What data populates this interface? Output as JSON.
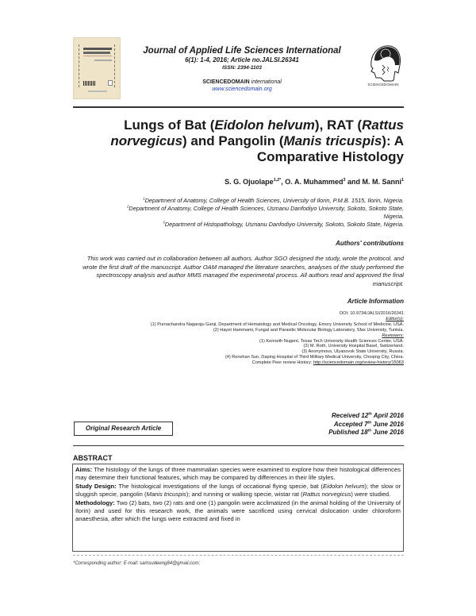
{
  "header": {
    "journal_title": "Journal of Applied Life Sciences International",
    "volume_line": "6(1): 1-4, 2016; Article no.JALSI.26341",
    "issn": "ISSN: 2394-1103",
    "publisher_name": "SCIENCEDOMAIN",
    "publisher_suffix": "international",
    "website": "www.sciencedomain.org",
    "logo_caption": "SCIENCEDOMAIN",
    "cover_icon": "journal-cover-thumbnail",
    "logo_icon": "head-brain-logo"
  },
  "article": {
    "title_parts": [
      {
        "text": "Lungs of Bat (",
        "italic": false
      },
      {
        "text": "Eidolon helvum",
        "italic": true
      },
      {
        "text": "), RAT (",
        "italic": false
      },
      {
        "text": "Rattus norvegicus",
        "italic": true
      },
      {
        "text": ") and Pangolin (",
        "italic": false
      },
      {
        "text": "Manis tricuspis",
        "italic": true
      },
      {
        "text": "): A Comparative Histology",
        "italic": false
      }
    ],
    "authors": [
      {
        "name": "S. G. Ojuolape",
        "sup": "1,2*"
      },
      {
        "name": "O. A. Muhammed",
        "sup": "3"
      },
      {
        "name": "M. M. Sanni",
        "sup": "1"
      }
    ],
    "author_sep_1": ", ",
    "author_sep_2": " and ",
    "affiliations": [
      {
        "sup": "1",
        "text": "Department of Anatomy, College of Health Sciences, University of Ilorin, P.M.B. 1515, Ilorin, Nigeria."
      },
      {
        "sup": "2",
        "text": "Department of Anatomy, College of Health Sciences, Usmanu Danfodiyo University, Sokoto, Sokoto State, Nigeria."
      },
      {
        "sup": "3",
        "text": "Department of Histopathology, Usmanu Danfodiyo University, Sokoto, Sokoto State, Nigeria."
      }
    ]
  },
  "contributions": {
    "heading": "Authors' contributions",
    "text": "This work was carried out in collaboration between all authors. Author SGO designed the study, wrote the protocol, and wrote the first draft of the manuscript. Author OAM managed the literature searches, analyses of the study performed the spectroscopy analysis and author MMS managed the experimental process. All authors read and approved the final manuscript."
  },
  "article_info": {
    "heading": "Article Information",
    "doi": "DOI: 10.9734/JALSI/2016/26341",
    "editors_label": "Editor(s):",
    "editors": [
      "(1) Purnachandra Nagaraju Ganji, Department of Hematology and Medical Oncology, Emory University School of Medicine, USA.",
      "(2) Hayet Hammami, Fungal and Parasitic Molecular Biology Laboratory, Sfax University, Tunisia."
    ],
    "reviewers_label": "Reviewers:",
    "reviewers": [
      "(1) Kenneth Nugent, Texas Tech University Health Sciences Center, USA.",
      "(2) M. Roth, University Hospital Basel, Switzerland.",
      "(3) Anonymous, Ulyanovsk State University, Russia.",
      "(4) Renshan Sun, Daping Hospital of Third Military Medical University, Choqing City, China."
    ],
    "peer_review_label": "Complete Peer review History: ",
    "peer_review_link": "http://sciencedomain.org/review-history/15063"
  },
  "article_type": "Original Research Article",
  "dates": {
    "received": {
      "pre": "Received 12",
      "sup": "th",
      "post": " April 2016"
    },
    "accepted": {
      "pre": "Accepted 7",
      "sup": "th",
      "post": " June 2016"
    },
    "published": {
      "pre": "Published 18",
      "sup": "th",
      "post": " June 2016"
    }
  },
  "abstract": {
    "heading": "ABSTRACT",
    "aims_label": "Aims:",
    "aims_text": " The histology of the lungs of three mammalian species were examined to explore how their histological differences may determine their functional features, which may be compared by differences in their life styles.",
    "design_label": "Study Design:",
    "design_parts": [
      {
        "text": " The histological investigations of the lungs of occational flying specie, bat (",
        "italic": false
      },
      {
        "text": "Eidolon helvum",
        "italic": true
      },
      {
        "text": "); the slow or sluggish specie, pangolin (",
        "italic": false
      },
      {
        "text": "Manis tricuspis",
        "italic": true
      },
      {
        "text": "); and running or walking specie, wistar rat (",
        "italic": false
      },
      {
        "text": "Rattus norvegicus",
        "italic": true
      },
      {
        "text": ") were studied.",
        "italic": false
      }
    ],
    "method_label": "Methodology:",
    "method_text": " Two (2) bats, two (2) rats and one (1) pangolin were acclimatized (in the animal holding of the University of Ilorin) and used for this research work, the animals were sacrificed using cervical dislocation under chloroform anaesthesia, after which the lungs were extracted and fixed in"
  },
  "footnote": "*Corresponding author: E-mail: samsudeeng84@gmail.com;",
  "colors": {
    "text": "#1a1a1a",
    "link": "#1f3fb0",
    "cover_bg": "#efe3c8",
    "rule": "#333333"
  }
}
